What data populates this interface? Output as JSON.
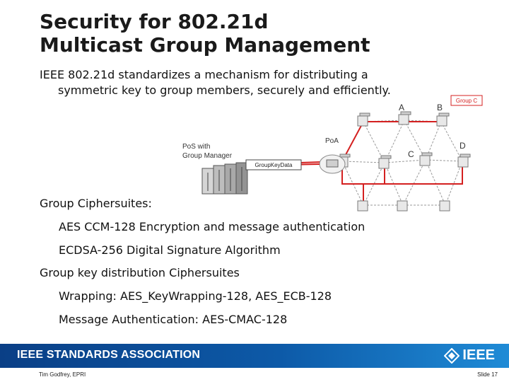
{
  "slide": {
    "title_line1": "Security for 802.21d",
    "title_line2": "Multicast Group Management",
    "intro_line1": "IEEE 802.21d standardizes a mechanism for distributing a",
    "intro_line2": "symmetric key to group members, securely and efficiently."
  },
  "diagram": {
    "pos_label_line1": "PoS with",
    "pos_label_line2": "Group Manager",
    "poa_label": "PoA",
    "message_label": "GroupKeyData",
    "group_label": "Group C",
    "node_a": "A",
    "node_b": "B",
    "node_c": "C",
    "node_d": "D"
  },
  "bullets": [
    {
      "text": "Group Ciphersuites:",
      "level": 1
    },
    {
      "text": "AES CCM-128 Encryption and message authentication",
      "level": 2
    },
    {
      "text": "ECDSA-256 Digital Signature Algorithm",
      "level": 2
    },
    {
      "text": "Group key distribution Ciphersuites",
      "level": 1
    },
    {
      "text": "Wrapping: AES_KeyWrapping-128, AES_ECB-128",
      "level": 2
    },
    {
      "text": "Message Authentication: AES-CMAC-128",
      "level": 2
    }
  ],
  "footer": {
    "org": "IEEE STANDARDS ASSOCIATION",
    "logo_text": "IEEE",
    "author": "Tim Godfrey, EPRI",
    "slide_number": "Slide 17"
  },
  "colors": {
    "path_red": "#d42020",
    "mesh_gray": "#9a9a9a",
    "footer_blue": "#0d5aa8"
  }
}
